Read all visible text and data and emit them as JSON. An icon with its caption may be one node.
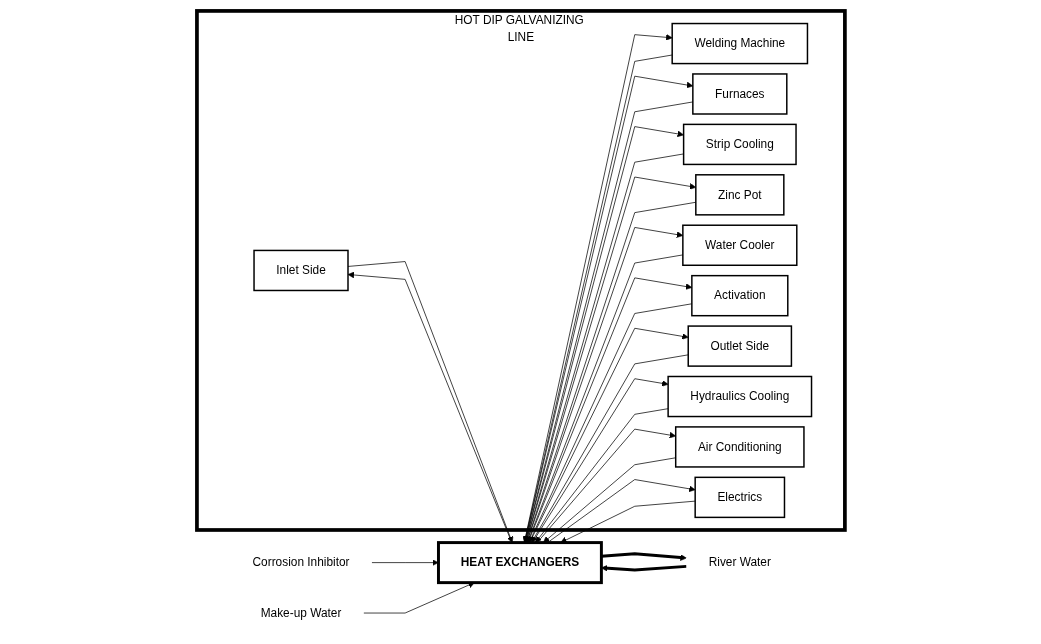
{
  "diagram": {
    "nodes": [
      {
        "text": [
          "HOT DIP GALVANIZING LINE"
        ]
      },
      {
        "text": [
          "Inlet Side"
        ],
        "in": 0
      },
      {
        "text": [
          "Welding Machine"
        ],
        "in": 0
      },
      {
        "text": [
          "Furnaces"
        ],
        "in": 0
      },
      {
        "text": [
          "Strip Cooling"
        ],
        "in": 0
      },
      {
        "text": [
          "Zinc Pot"
        ],
        "in": 0
      },
      {
        "text": [
          "Water Cooler"
        ],
        "in": 0
      },
      {
        "text": [
          "Activation"
        ],
        "in": 0
      },
      {
        "text": [
          "Outlet Side"
        ],
        "in": 0
      },
      {
        "text": [
          "Hydraulics Cooling"
        ],
        "in": 0
      },
      {
        "text": [
          "Air Conditioning"
        ],
        "in": 0
      },
      {
        "text": [
          "Electrics"
        ],
        "in": 0
      },
      {
        "text": [
          "HEAT EXCHANGERS"
        ]
      },
      {
        "text": [
          "River Water"
        ]
      },
      {
        "text": [
          "Corrosion Inhibitor"
        ]
      },
      {
        "text": [
          "Make-up Water"
        ]
      }
    ],
    "edges": [
      {
        "from": 13,
        "to": 12,
        "arrow": "to",
        "style": "thick"
      },
      {
        "from": 12,
        "to": 13,
        "arrow": "to",
        "style": "thick"
      },
      {
        "from": 12,
        "to": 1,
        "arrow": "to"
      },
      {
        "from": 12,
        "to": 2,
        "arrow": "to"
      },
      {
        "from": 12,
        "to": 3,
        "arrow": "to"
      },
      {
        "from": 12,
        "to": 4,
        "arrow": "to"
      },
      {
        "from": 12,
        "to": 5,
        "arrow": "to"
      },
      {
        "from": 12,
        "to": 6,
        "arrow": "to"
      },
      {
        "from": 12,
        "to": 7,
        "arrow": "to"
      },
      {
        "from": 12,
        "to": 8,
        "arrow": "to"
      },
      {
        "from": 12,
        "to": 9,
        "arrow": "to"
      },
      {
        "from": 12,
        "to": 10,
        "arrow": "to"
      },
      {
        "from": 12,
        "to": 11,
        "arrow": "to"
      },
      {
        "from": 1,
        "to": 12,
        "arrow": "to"
      },
      {
        "from": 2,
        "to": 12,
        "arrow": "to"
      },
      {
        "from": 3,
        "to": 12,
        "arrow": "to"
      },
      {
        "from": 4,
        "to": 12,
        "arrow": "to"
      },
      {
        "from": 5,
        "to": 12,
        "arrow": "to"
      },
      {
        "from": 6,
        "to": 12,
        "arrow": "to"
      },
      {
        "from": 7,
        "to": 12,
        "arrow": "to"
      },
      {
        "from": 8,
        "to": 12,
        "arrow": "to"
      },
      {
        "from": 9,
        "to": 12,
        "arrow": "to"
      },
      {
        "from": 10,
        "to": 12,
        "arrow": "to"
      },
      {
        "from": 11,
        "to": 12,
        "arrow": "to"
      },
      {
        "from": 14,
        "to": 12,
        "arrow": "to"
      },
      {
        "from": 15,
        "to": 12,
        "arrow": "to"
      }
    ]
  }
}
